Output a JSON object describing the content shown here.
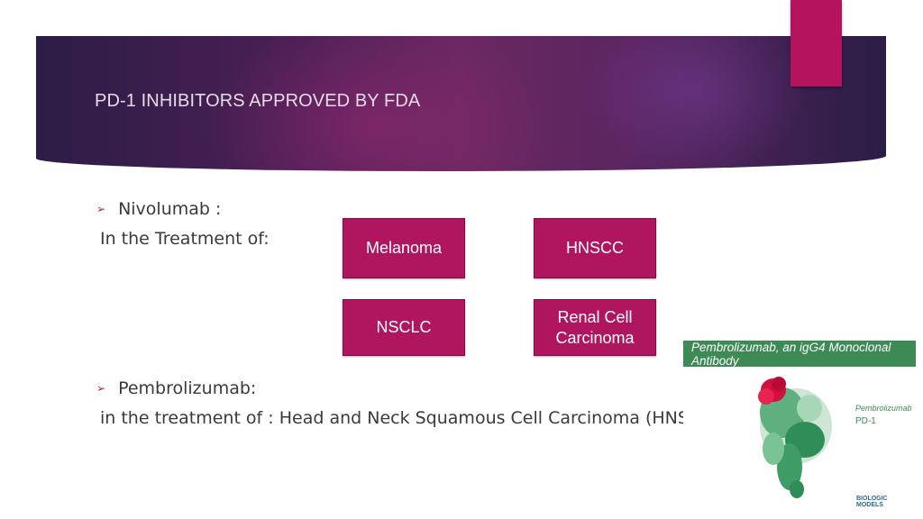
{
  "slide": {
    "title": "PD-1 INHIBITORS APPROVED BY FDA",
    "accent_color": "#b5135e"
  },
  "nivolumab": {
    "bullet_icon": "arrow-bullet-icon",
    "heading": "Nivolumab :",
    "subtext": "In the Treatment of:",
    "indications": [
      "Melanoma",
      "HNSCC",
      "NSCLC",
      "Renal Cell Carcinoma"
    ]
  },
  "pembrolizumab": {
    "bullet_icon": "arrow-bullet-icon",
    "heading": "Pembrolizumab:",
    "subtext": "in the treatment of : Head and Neck Squamous Cell Carcinoma (HNSCC)"
  },
  "inset_image": {
    "header": "Pembrolizumab, an igG4 Monoclonal Antibody",
    "label_1": "Pembrolizumab",
    "label_2": "PD-1",
    "brand": "BIOLOGIC MODELS"
  }
}
